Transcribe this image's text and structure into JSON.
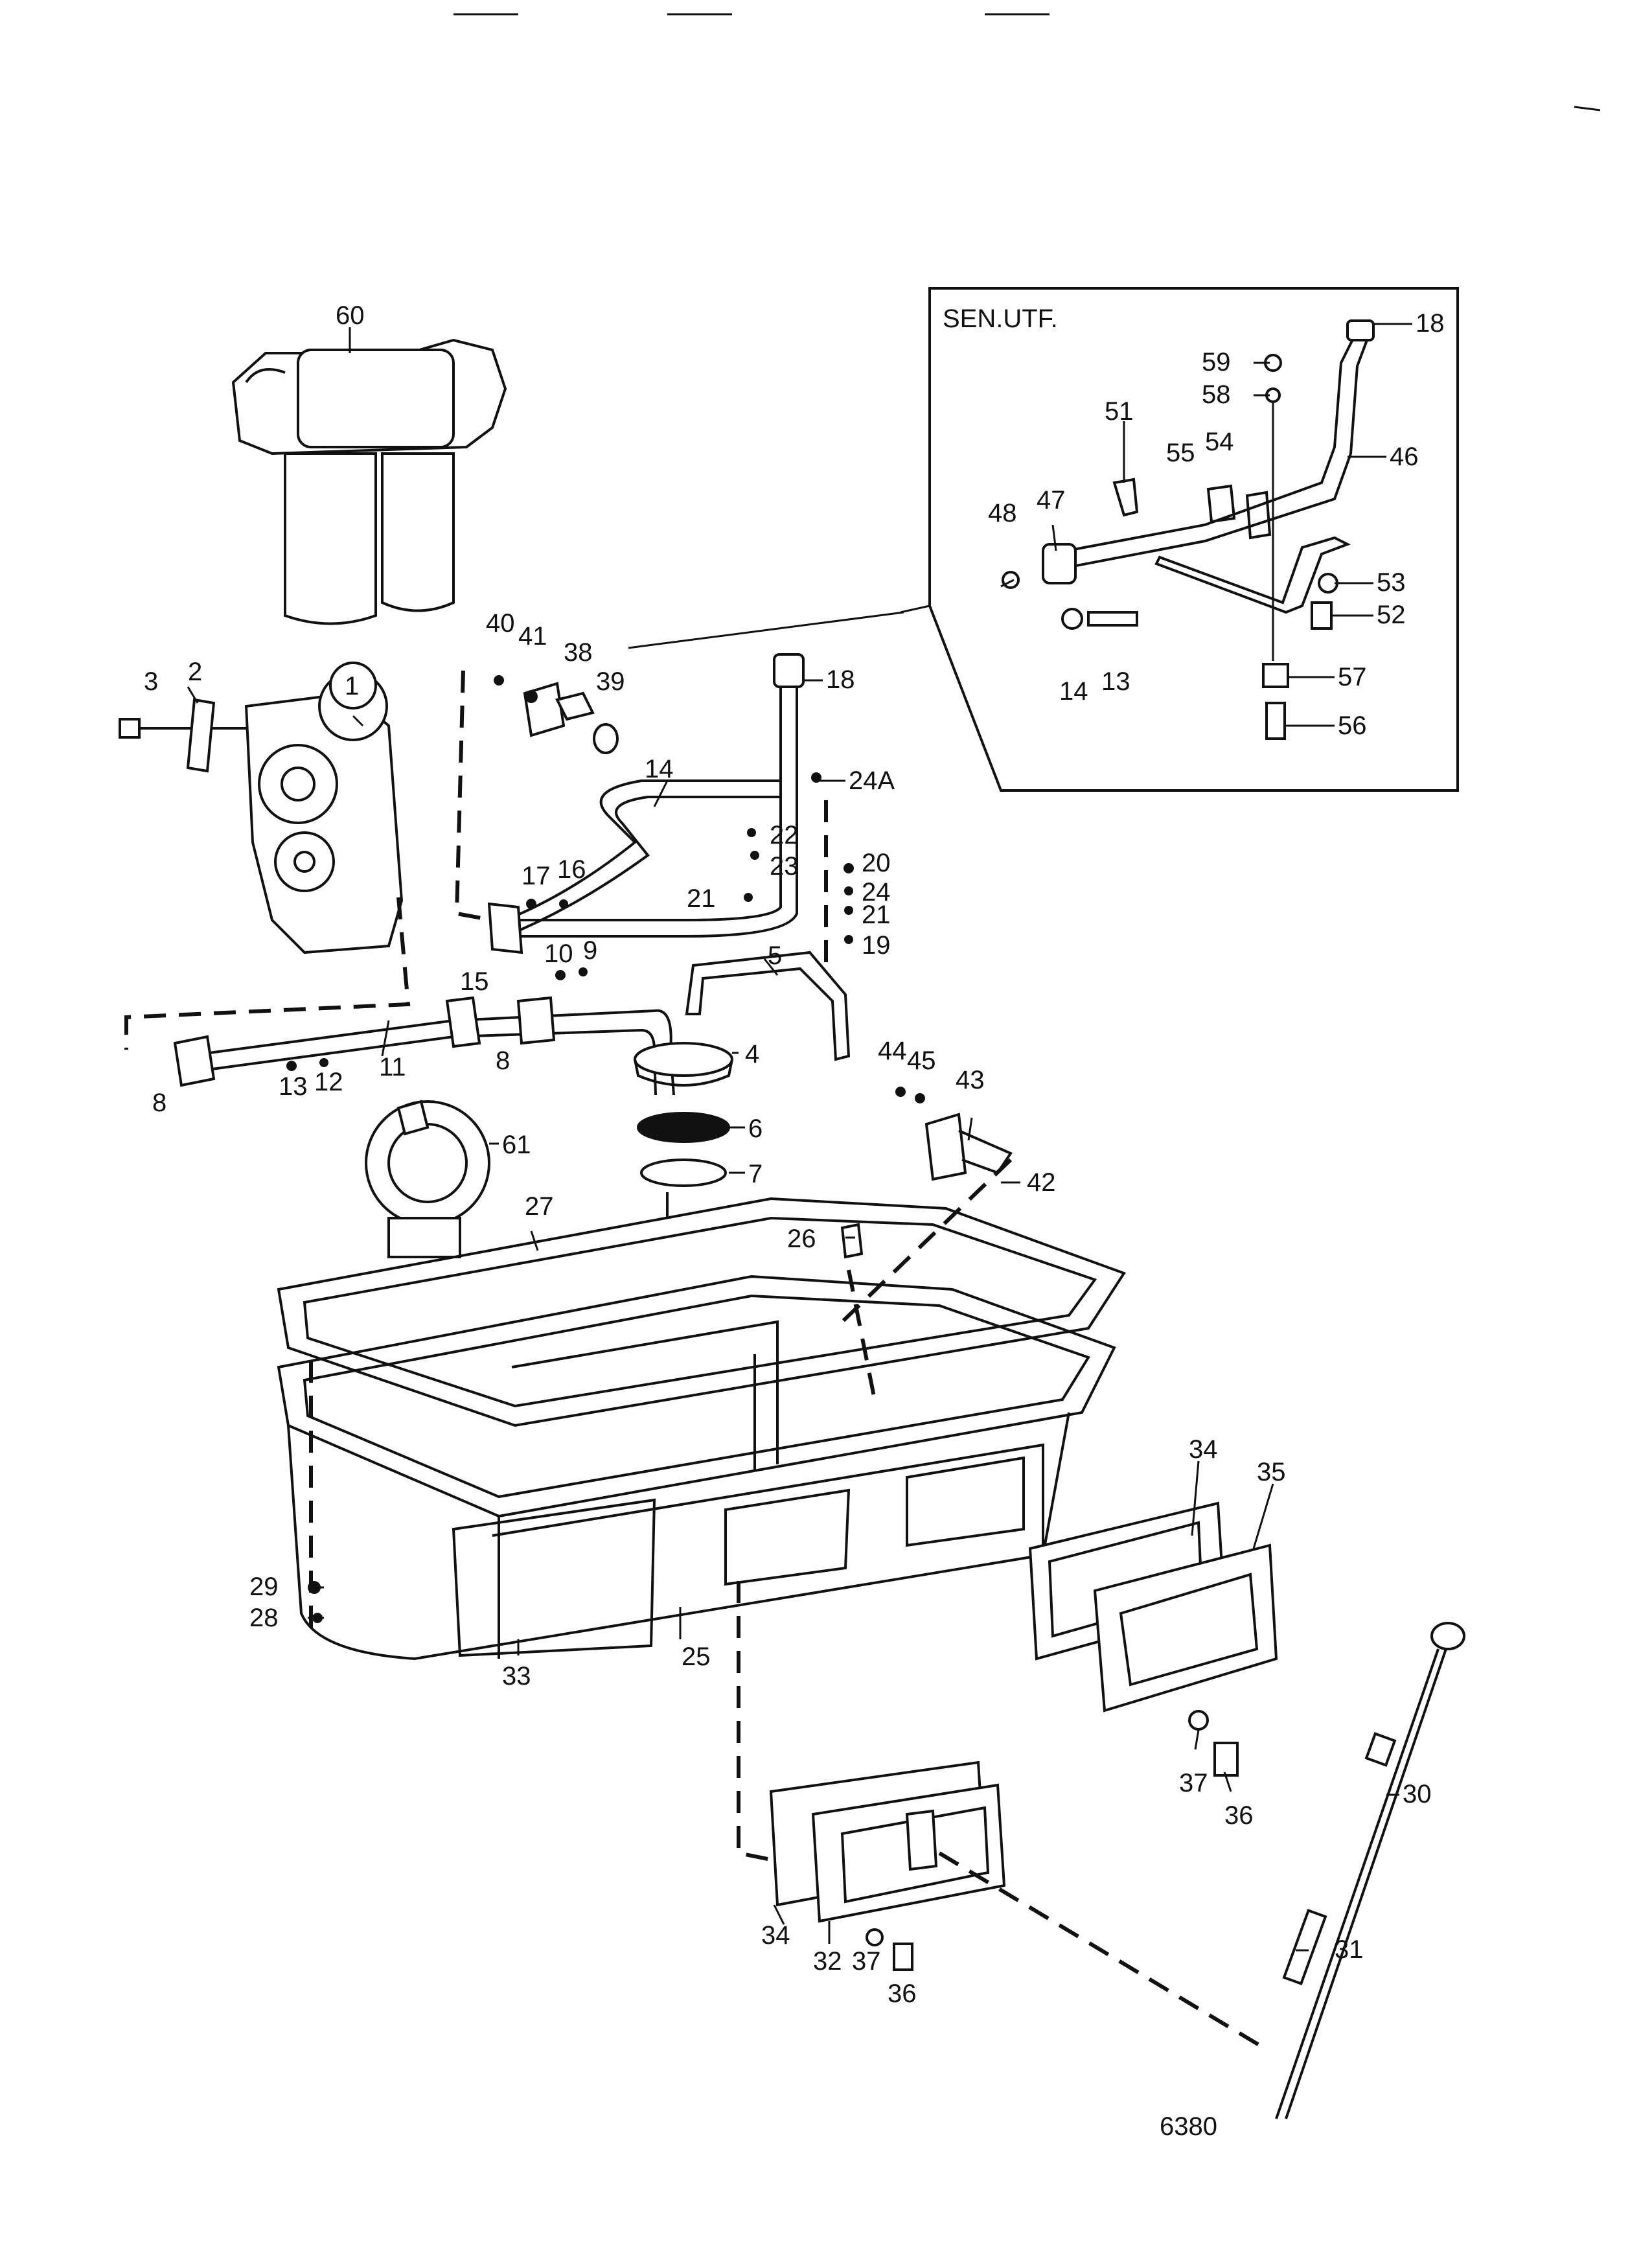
{
  "diagram": {
    "inset": {
      "title": "SEN.UTF."
    },
    "figure_number": "6380",
    "callouts": {
      "c1": "1",
      "c2": "2",
      "c3": "3",
      "c4": "4",
      "c5": "5",
      "c6": "6",
      "c7": "7",
      "c8a": "8",
      "c8b": "8",
      "c9": "9",
      "c10": "10",
      "c11": "11",
      "c12": "12",
      "c13": "13",
      "c14": "14",
      "c15": "15",
      "c16": "16",
      "c17": "17",
      "c18": "18",
      "c19": "19",
      "c20": "20",
      "c21a": "21",
      "c21b": "21",
      "c22": "22",
      "c23": "23",
      "c24": "24",
      "c24a": "24A",
      "c25": "25",
      "c26": "26",
      "c27": "27",
      "c28": "28",
      "c29": "29",
      "c30": "30",
      "c31": "31",
      "c32": "32",
      "c33": "33",
      "c34a": "34",
      "c34b": "34",
      "c35": "35",
      "c36a": "36",
      "c36b": "36",
      "c37a": "37",
      "c37b": "37",
      "c38": "38",
      "c39": "39",
      "c40": "40",
      "c41": "41",
      "c42": "42",
      "c43": "43",
      "c44": "44",
      "c45": "45",
      "c60": "60",
      "c61": "61",
      "i13": "13",
      "i14": "14",
      "i18": "18",
      "i46": "46",
      "i47": "47",
      "i48": "48",
      "i51": "51",
      "i52": "52",
      "i53": "53",
      "i54": "54",
      "i55": "55",
      "i56": "56",
      "i57": "57",
      "i58": "58",
      "i59": "59"
    }
  }
}
